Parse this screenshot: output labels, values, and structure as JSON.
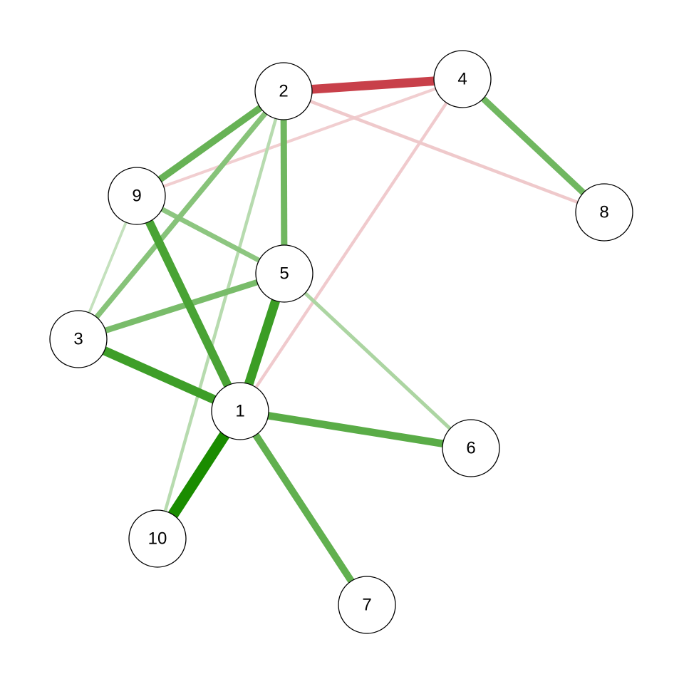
{
  "network": {
    "colors": {
      "positive": "#1a8c00",
      "negative": "#c8404a",
      "node_fill": "#ffffff",
      "node_border": "#000000",
      "background": "#ffffff"
    },
    "nodes": [
      {
        "id": "1",
        "label": "1"
      },
      {
        "id": "2",
        "label": "2"
      },
      {
        "id": "3",
        "label": "3"
      },
      {
        "id": "4",
        "label": "4"
      },
      {
        "id": "5",
        "label": "5"
      },
      {
        "id": "6",
        "label": "6"
      },
      {
        "id": "7",
        "label": "7"
      },
      {
        "id": "8",
        "label": "8"
      },
      {
        "id": "9",
        "label": "9"
      },
      {
        "id": "10",
        "label": "10"
      }
    ],
    "edges": [
      {
        "from": "1",
        "to": "10",
        "sign": "positive",
        "weight": 1.0
      },
      {
        "from": "1",
        "to": "5",
        "sign": "positive",
        "weight": 0.8
      },
      {
        "from": "1",
        "to": "3",
        "sign": "positive",
        "weight": 0.78
      },
      {
        "from": "1",
        "to": "9",
        "sign": "positive",
        "weight": 0.72
      },
      {
        "from": "1",
        "to": "6",
        "sign": "positive",
        "weight": 0.62
      },
      {
        "from": "1",
        "to": "7",
        "sign": "positive",
        "weight": 0.58
      },
      {
        "from": "2",
        "to": "4",
        "sign": "negative",
        "weight": 0.78
      },
      {
        "from": "2",
        "to": "9",
        "sign": "positive",
        "weight": 0.55
      },
      {
        "from": "2",
        "to": "5",
        "sign": "positive",
        "weight": 0.5
      },
      {
        "from": "4",
        "to": "8",
        "sign": "positive",
        "weight": 0.5
      },
      {
        "from": "3",
        "to": "5",
        "sign": "positive",
        "weight": 0.45
      },
      {
        "from": "2",
        "to": "3",
        "sign": "positive",
        "weight": 0.38
      },
      {
        "from": "9",
        "to": "5",
        "sign": "positive",
        "weight": 0.35
      },
      {
        "from": "5",
        "to": "6",
        "sign": "positive",
        "weight": 0.2
      },
      {
        "from": "2",
        "to": "10",
        "sign": "positive",
        "weight": 0.15
      },
      {
        "from": "2",
        "to": "8",
        "sign": "negative",
        "weight": 0.15
      },
      {
        "from": "9",
        "to": "4",
        "sign": "negative",
        "weight": 0.12
      },
      {
        "from": "1",
        "to": "4",
        "sign": "negative",
        "weight": 0.14
      },
      {
        "from": "9",
        "to": "3",
        "sign": "positive",
        "weight": 0.1
      }
    ]
  }
}
